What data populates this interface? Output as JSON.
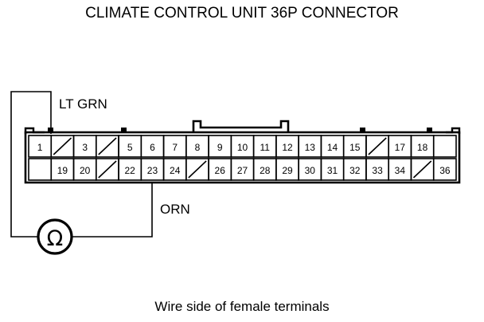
{
  "title": "CLIMATE CONTROL UNIT 36P CONNECTOR",
  "caption": "Wire side of female terminals",
  "colors": {
    "ink": "#000000",
    "background": "#ffffff"
  },
  "connector": {
    "name": "36P connector",
    "pin_count": 36,
    "rows": [
      {
        "row_name": "top-row",
        "leading_blank": false,
        "trailing_blank": true,
        "cells": [
          {
            "label": "1",
            "blank": false
          },
          {
            "label": "",
            "blank": true
          },
          {
            "label": "3",
            "blank": false
          },
          {
            "label": "",
            "blank": true
          },
          {
            "label": "5",
            "blank": false
          },
          {
            "label": "6",
            "blank": false
          },
          {
            "label": "7",
            "blank": false
          },
          {
            "label": "8",
            "blank": false
          },
          {
            "label": "9",
            "blank": false
          },
          {
            "label": "10",
            "blank": false
          },
          {
            "label": "11",
            "blank": false
          },
          {
            "label": "12",
            "blank": false
          },
          {
            "label": "13",
            "blank": false
          },
          {
            "label": "14",
            "blank": false
          },
          {
            "label": "15",
            "blank": false
          },
          {
            "label": "",
            "blank": true
          },
          {
            "label": "17",
            "blank": false
          },
          {
            "label": "18",
            "blank": false
          }
        ]
      },
      {
        "row_name": "bottom-row",
        "leading_blank": true,
        "trailing_blank": false,
        "cells": [
          {
            "label": "19",
            "blank": false
          },
          {
            "label": "20",
            "blank": false
          },
          {
            "label": "",
            "blank": true
          },
          {
            "label": "22",
            "blank": false
          },
          {
            "label": "23",
            "blank": false
          },
          {
            "label": "24",
            "blank": false
          },
          {
            "label": "",
            "blank": true
          },
          {
            "label": "26",
            "blank": false
          },
          {
            "label": "27",
            "blank": false
          },
          {
            "label": "28",
            "blank": false
          },
          {
            "label": "29",
            "blank": false
          },
          {
            "label": "30",
            "blank": false
          },
          {
            "label": "31",
            "blank": false
          },
          {
            "label": "32",
            "blank": false
          },
          {
            "label": "33",
            "blank": false
          },
          {
            "label": "34",
            "blank": false
          },
          {
            "label": "",
            "blank": true
          },
          {
            "label": "36",
            "blank": false
          }
        ]
      }
    ]
  },
  "wires": [
    {
      "label": "LT GRN",
      "from_pin": "1",
      "to_instrument_lead": "left"
    },
    {
      "label": "ORN",
      "from_pin": "23",
      "to_instrument_lead": "right"
    }
  ],
  "instrument": {
    "name": "ohmmeter",
    "symbol": "Ω"
  }
}
